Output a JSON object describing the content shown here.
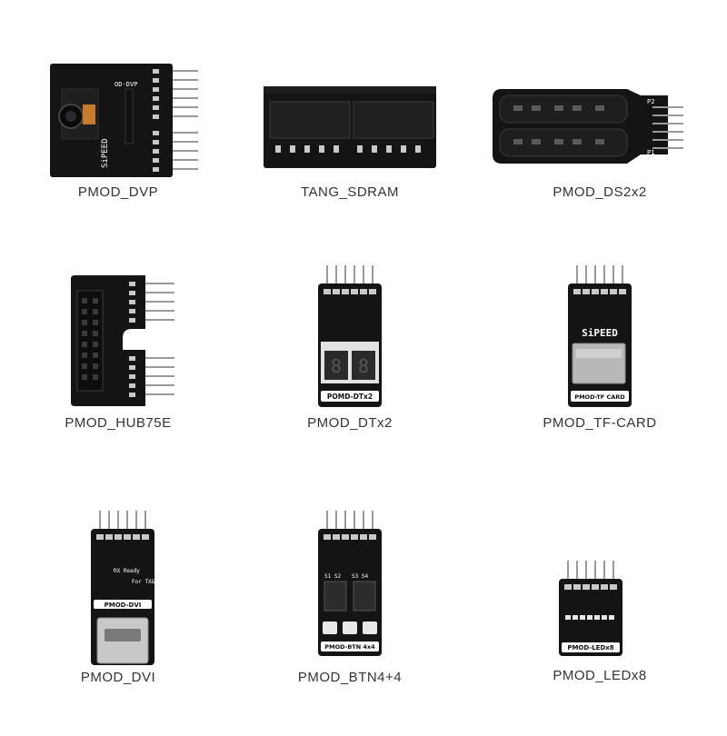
{
  "modules": [
    {
      "name": "PMOD_DVP",
      "silk": "SiPEED",
      "silk2": "OD-DVP"
    },
    {
      "name": "TANG_SDRAM"
    },
    {
      "name": "PMOD_DS2x2",
      "silk": "P1",
      "silk2": "P2"
    },
    {
      "name": "PMOD_HUB75E"
    },
    {
      "name": "PMOD_DTx2",
      "silk": "POMD-DTx2"
    },
    {
      "name": "PMOD_TF-CARD",
      "silk": "SiPEED",
      "silk2": "PMOD-TF CARD"
    },
    {
      "name": "PMOD_DVI",
      "silk": "PMOD-DVI",
      "silk2": "RX Ready",
      "silk3": "For TX&"
    },
    {
      "name": "PMOD_BTN4+4",
      "silk": "PMOD-BTN 4x4",
      "silk2": "S1 S2",
      "silk3": "S3 S4"
    },
    {
      "name": "PMOD_LEDx8",
      "silk": "PMOD-LEDx8"
    }
  ],
  "colors": {
    "pcb": "#141414",
    "pin": "#9a9a9a",
    "pad": "#c9c9c9",
    "caption": "#333333"
  }
}
